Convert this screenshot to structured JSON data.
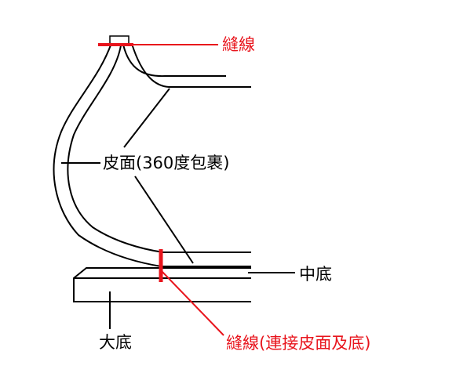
{
  "labels": {
    "top_seam": "縫線",
    "upper": "皮面(360度包裹)",
    "midsole": "中底",
    "outsole": "大底",
    "bottom_seam": "縫線(連接皮面及底)"
  },
  "colors": {
    "ink": "#000000",
    "seam": "#e8141c"
  }
}
